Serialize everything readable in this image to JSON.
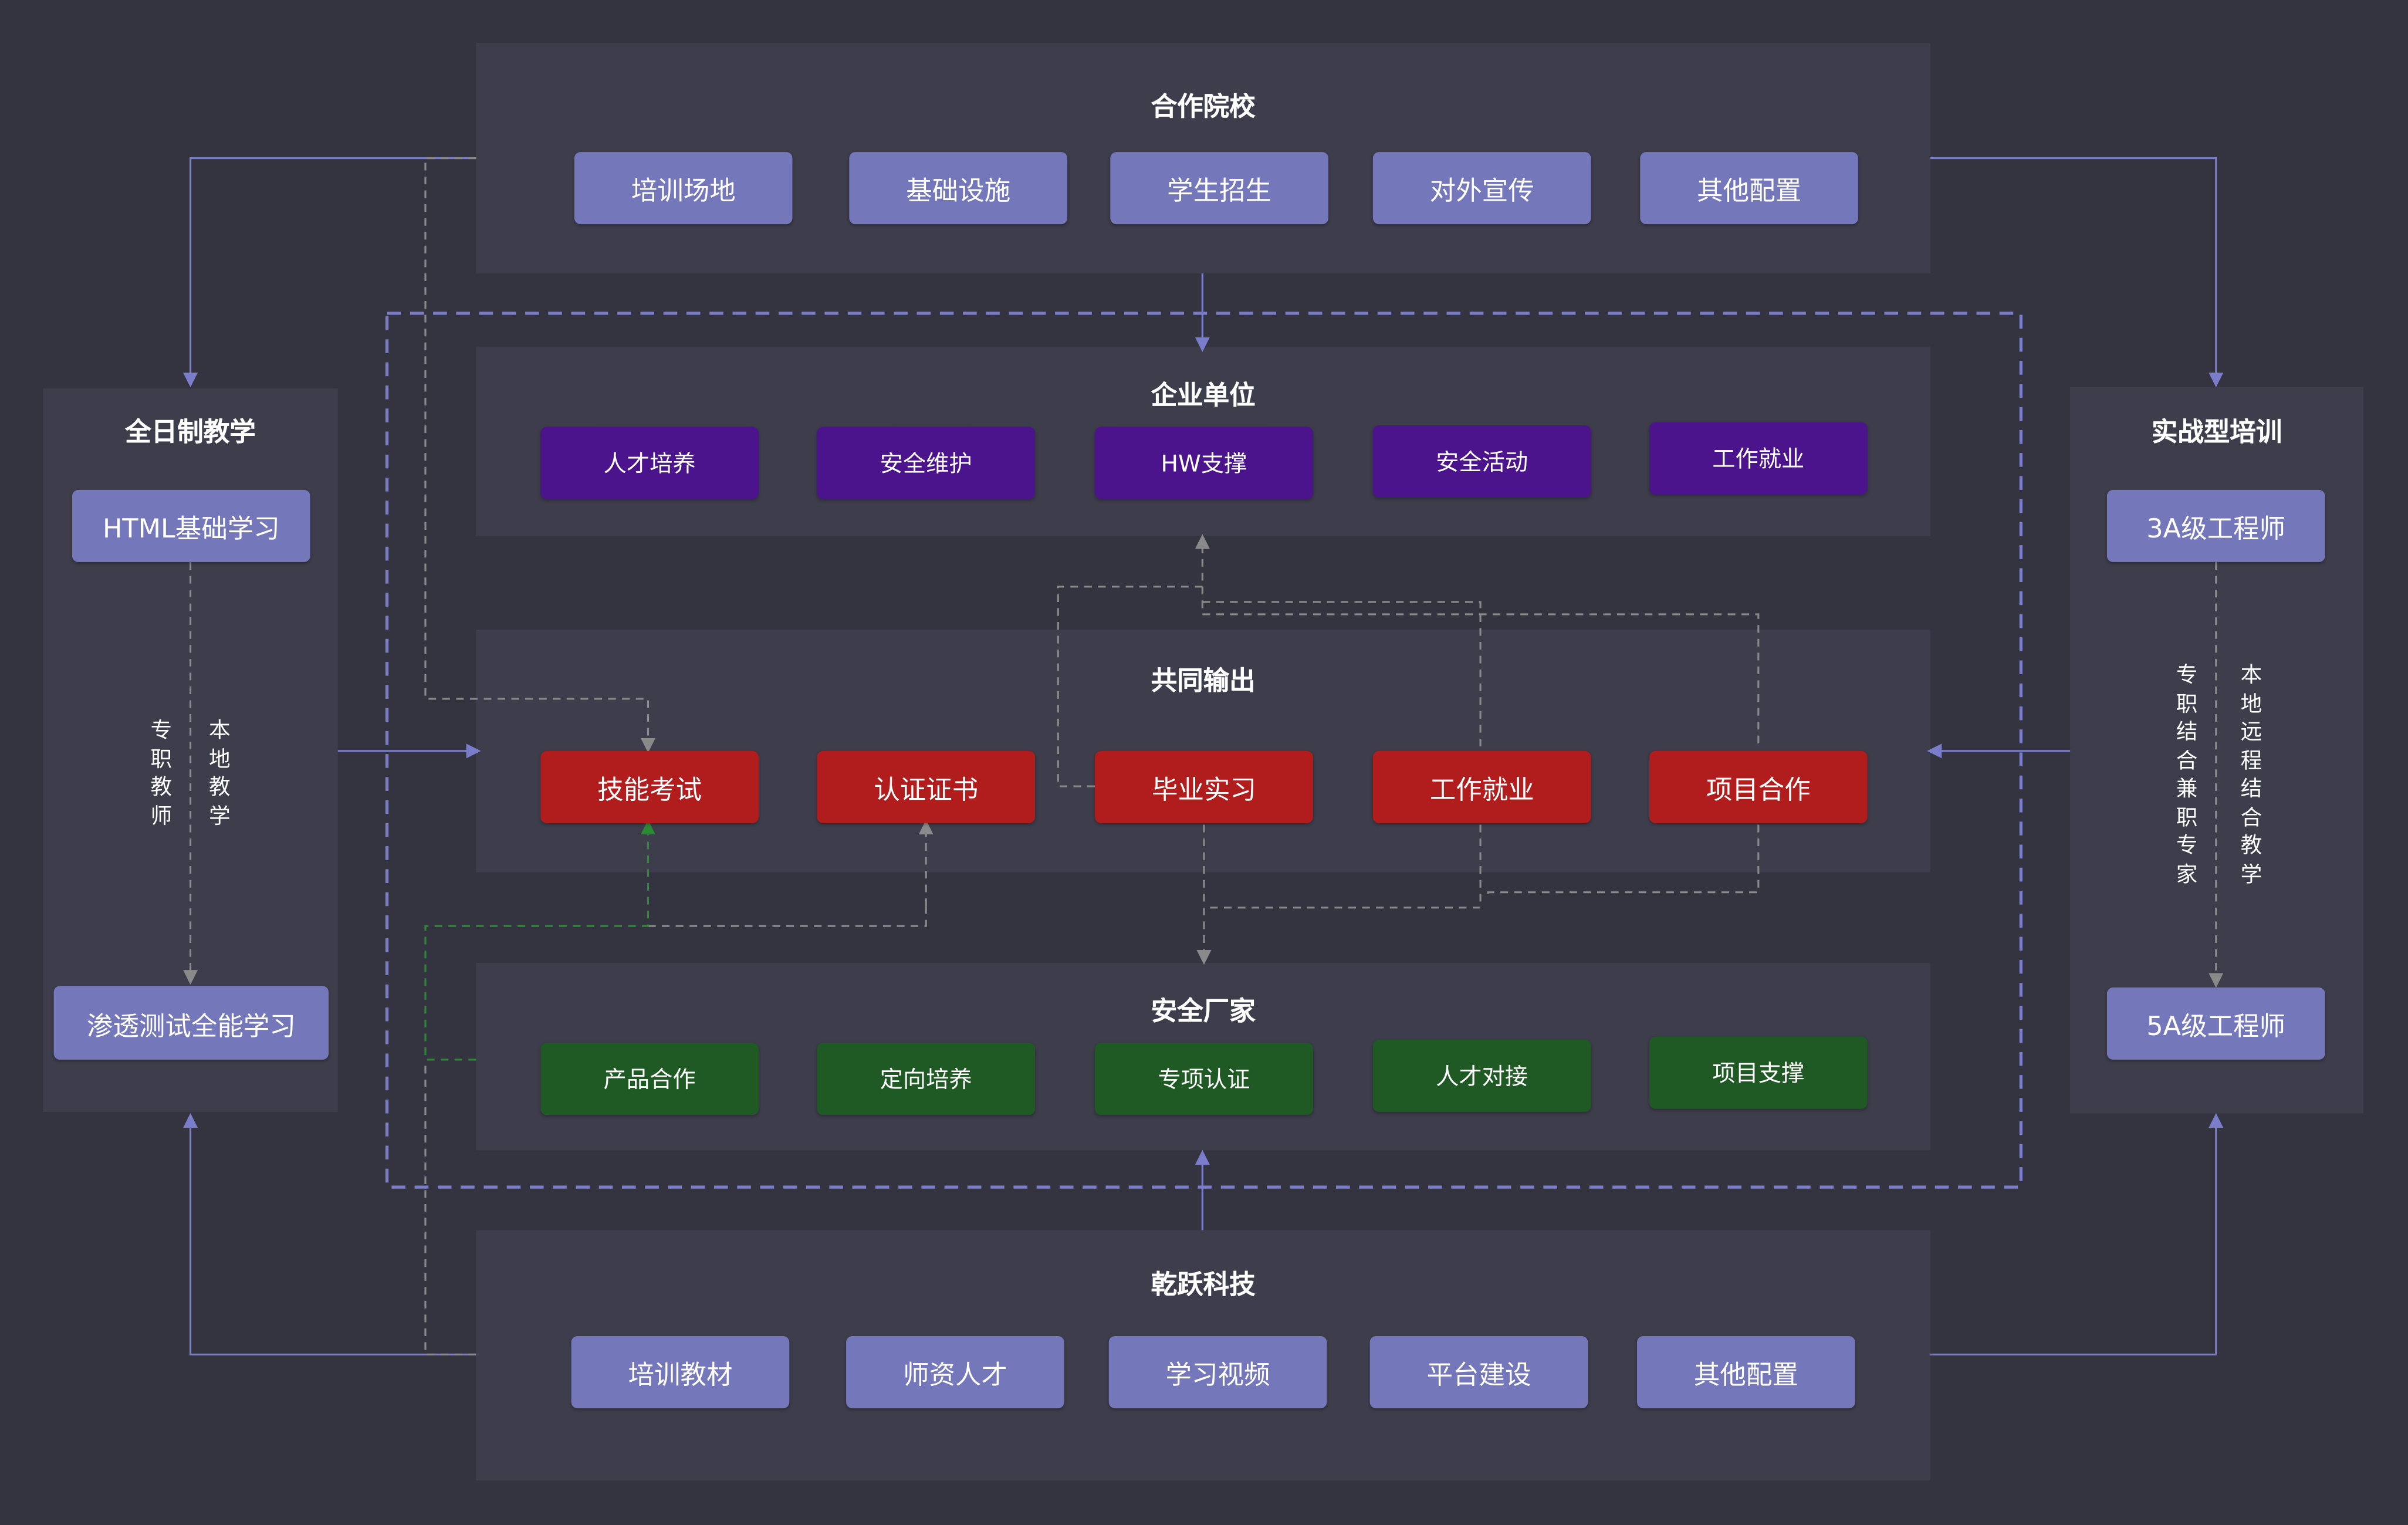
{
  "colors": {
    "background": "#343441",
    "panel": "#3d3d4b",
    "lavender": "#7477b9",
    "purple": "#4b138c",
    "red": "#b11c1c",
    "green": "#1f5a24",
    "line": "#7a7dc9",
    "dashed": "#8a8a8a"
  },
  "top": {
    "title": "合作院校",
    "items": [
      "培训场地",
      "基础设施",
      "学生招生",
      "对外宣传",
      "其他配置"
    ]
  },
  "enterprise": {
    "title": "企业单位",
    "items": [
      "人才培养",
      "安全维护",
      "HW支撑",
      "安全活动",
      "工作就业"
    ]
  },
  "joint": {
    "title": "共同输出",
    "items": [
      "技能考试",
      "认证证书",
      "毕业实习",
      "工作就业",
      "项目合作"
    ]
  },
  "vendor": {
    "title": "安全厂家",
    "items": [
      "产品合作",
      "定向培养",
      "专项认证",
      "人才对接",
      "项目支撑"
    ]
  },
  "bottom": {
    "title": "乾跃科技",
    "items": [
      "培训教材",
      "师资人才",
      "学习视频",
      "平台建设",
      "其他配置"
    ]
  },
  "left": {
    "title": "全日制教学",
    "top_item": "HTML基础学习",
    "bottom_item": "渗透测试全能学习",
    "label_a": "专职教师",
    "label_b": "本地教学"
  },
  "right": {
    "title": "实战型培训",
    "top_item": "3A级工程师",
    "bottom_item": "5A级工程师",
    "label_a": "专职结合兼职专家",
    "label_b": "本地远程结合教学"
  }
}
